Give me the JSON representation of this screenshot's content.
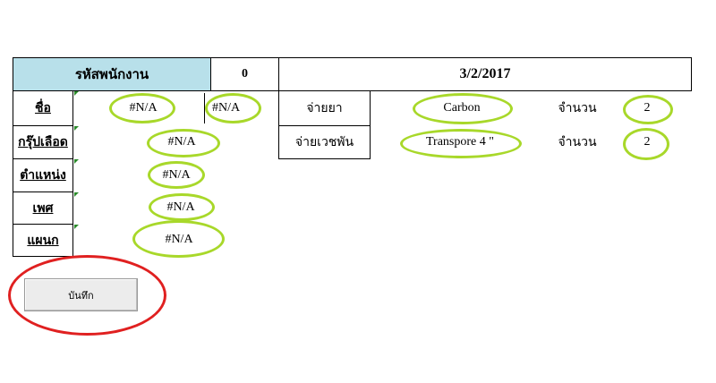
{
  "header": {
    "employee_id_label": "รหัสพนักงาน",
    "employee_id_value": "0",
    "date": "3/2/2017"
  },
  "fields": {
    "name_label": "ชื่อ",
    "name_value_1": "#N/A",
    "name_value_2": "#N/A",
    "blood_group_label": "กรุ๊ปเลือด",
    "blood_group_value": "#N/A",
    "position_label": "ตำแหน่ง",
    "position_value": "#N/A",
    "gender_label": "เพศ",
    "gender_value": "#N/A",
    "department_label": "แผนก",
    "department_value": "#N/A"
  },
  "dispense": {
    "medicine_label": "จ่ายยา",
    "medicine_value": "Carbon",
    "medicine_qty_label": "จำนวน",
    "medicine_qty": "2",
    "supply_label": "จ่ายเวชพัน",
    "supply_value": "Transpore 4 \"",
    "supply_qty_label": "จำนวน",
    "supply_qty": "2"
  },
  "actions": {
    "save_label": "บันทึก"
  },
  "colors": {
    "header_fill": "#b8e0ea",
    "highlight_green": "#a8d82a",
    "highlight_red": "#e02020"
  }
}
